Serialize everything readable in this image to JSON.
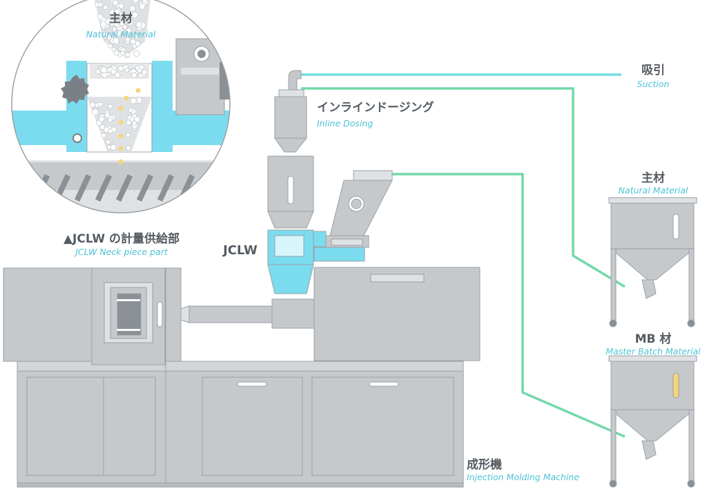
{
  "labels": {
    "inset_main_jp": "主材",
    "inset_main_en": "Natural Material",
    "suction_jp": "吸引",
    "suction_en": "Suction",
    "dosing_jp": "インラインドージング",
    "dosing_en": "Inline Dosing",
    "natural_jp": "主材",
    "natural_en": "Natural Material",
    "jclw": "JCLW",
    "neck_jp": "▲JCLW の計量供給部",
    "neck_en": "JCLW Neck piece part",
    "mb_jp": "MB 材",
    "mb_en": "Master Batch Material",
    "machine_jp": "成形機",
    "machine_en": "Injection Molding Machine"
  },
  "colors": {
    "machine_gray": "#c5c9cc",
    "machine_stroke": "#9aa0a5",
    "light_gray": "#dfe2e4",
    "dark_gray": "#8a9095",
    "cyan": "#7bdcef",
    "pipe_green": "#72d9a8",
    "pipe_cyan": "#72dbe2",
    "pellet_yellow": "#f7d679",
    "text_dark": "#555b62",
    "text_cyan": "#4cc3d6"
  },
  "icons": {
    "gear": "gear-icon",
    "sight_glass": "sight-glass-icon"
  }
}
